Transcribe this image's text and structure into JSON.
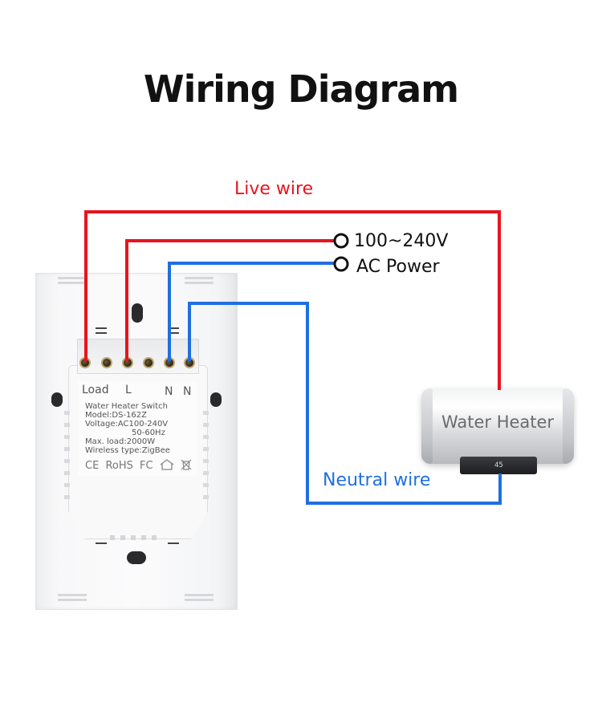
{
  "title": "Wiring Diagram",
  "labels": {
    "live_wire": "Live wire",
    "neutral_wire": "Neutral wire",
    "power_voltage": "100~240V",
    "power_name": "AC Power"
  },
  "switch": {
    "terminal_labels": {
      "load": "Load",
      "l": "L",
      "n1": "N",
      "n2": "N"
    },
    "spec_lines": [
      "Water Heater Switch",
      "Model:DS-162Z",
      "Voltage:AC100-240V",
      "50-60Hz",
      "Max. load:2000W",
      "Wireless type:ZigBee"
    ],
    "certifications": [
      "CE",
      "RoHS",
      "FC"
    ]
  },
  "heater": {
    "label": "Water Heater",
    "display": "45"
  },
  "colors": {
    "live": "#e8141e",
    "neutral": "#1f6fe0",
    "text": "#111111"
  }
}
